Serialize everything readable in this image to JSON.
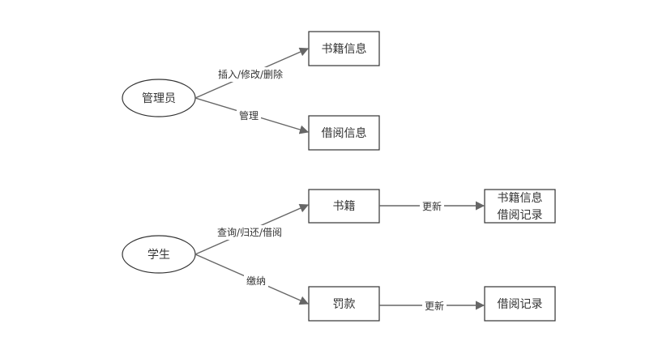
{
  "diagram": {
    "colors": {
      "stroke": "#333333",
      "arrow": "#666666",
      "text": "#333333",
      "background": "#ffffff"
    },
    "nodes": {
      "admin": "管理员",
      "book_info": "书籍信息",
      "borrow_info": "借阅信息",
      "student": "学生",
      "books": "书籍",
      "fine": "罚款",
      "book_info_2_line1": "书籍信息",
      "book_info_2_line2": "借阅记录",
      "borrow_record": "借阅记录"
    },
    "edges": {
      "admin_to_book_info": "插入/修改/删除",
      "admin_to_borrow_info": "管理",
      "student_to_books": "查询/归还/借阅",
      "student_to_fine": "缴纳",
      "books_to_info": "更新",
      "fine_to_record": "更新"
    }
  }
}
